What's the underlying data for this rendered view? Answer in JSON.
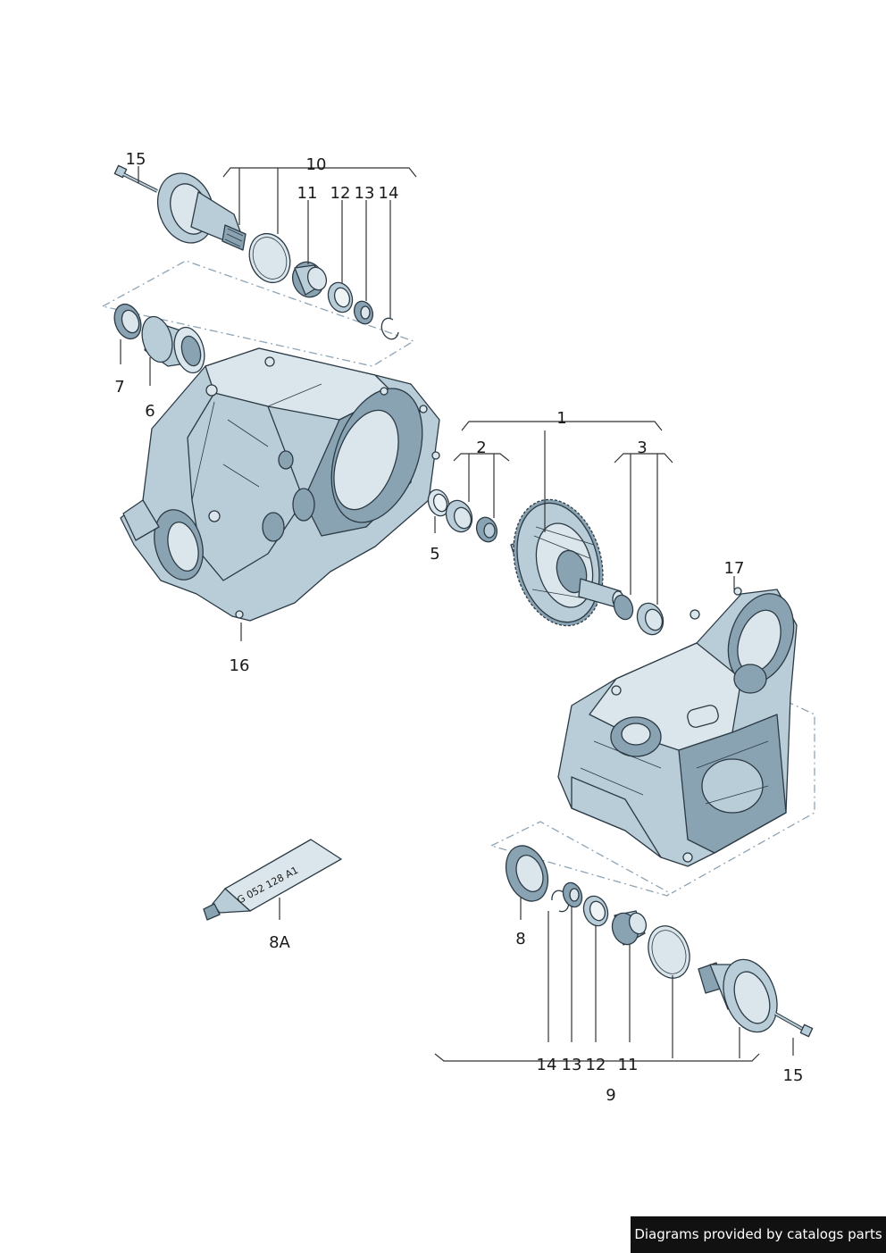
{
  "callouts": {
    "c15_top": "15",
    "c10": "10",
    "c11_top": "11",
    "c12_top": "12",
    "c13_top": "13",
    "c14_top": "14",
    "c7": "7",
    "c6": "6",
    "c1": "1",
    "c2": "2",
    "c3": "3",
    "c5": "5",
    "c16": "16",
    "c17": "17",
    "c8": "8",
    "c8A": "8A",
    "c14_bot": "14",
    "c13_bot": "13",
    "c12_bot": "12",
    "c11_bot": "11",
    "c9": "9",
    "c15_bot": "15"
  },
  "tube_label": "G 052 128 A1",
  "credit": "Diagrams provided by catalogs parts"
}
